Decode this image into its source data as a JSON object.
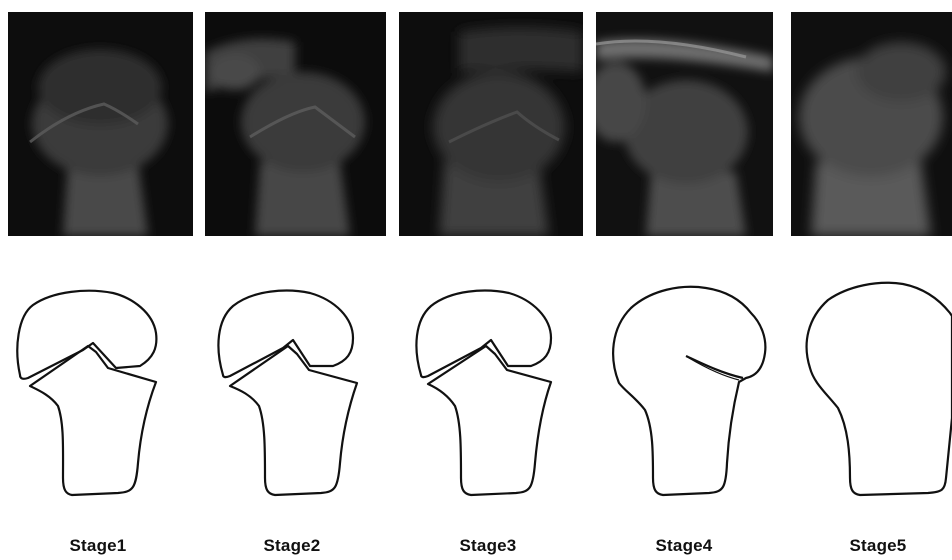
{
  "stages": [
    {
      "label": "Stage1"
    },
    {
      "label": "Stage2"
    },
    {
      "label": "Stage3"
    },
    {
      "label": "Stage4"
    },
    {
      "label": "Stage5"
    }
  ]
}
